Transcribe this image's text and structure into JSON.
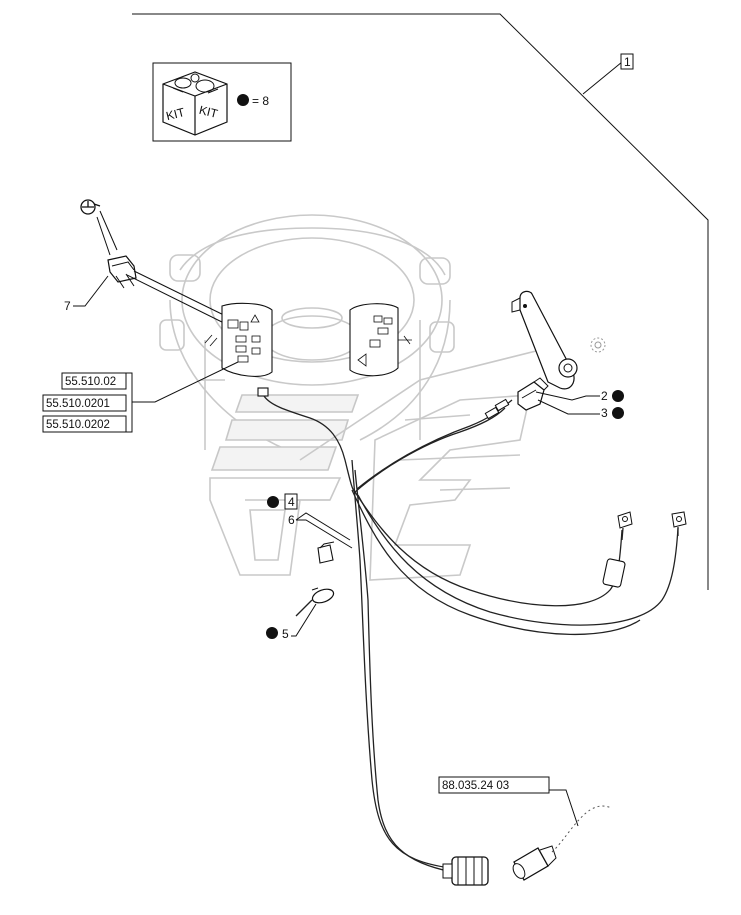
{
  "title": "",
  "callouts": {
    "item_1": "1",
    "item_2": "2",
    "item_3": "3",
    "item_4": "4",
    "item_5": "5",
    "item_6": "6",
    "item_7": "7"
  },
  "kit": {
    "label_1": "KIT",
    "label_2": "KIT",
    "equals_text": "= 8"
  },
  "references": {
    "ref_a": "55.510.02",
    "ref_b": "55.510.0201",
    "ref_c": "55.510.0202",
    "ref_d": "88.035.24 03"
  },
  "colors": {
    "line": "#111111",
    "ghost": "#c9c9c9",
    "bullet": "#111111"
  }
}
